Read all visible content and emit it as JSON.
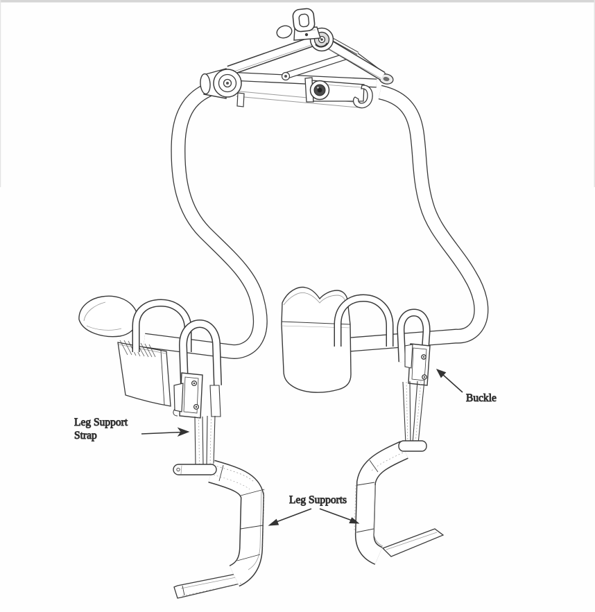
{
  "figure": {
    "background": "#fefefe",
    "line_color": "#3a3a3a",
    "label_color": "#1f1f1f",
    "arrow_color": "#333333",
    "top_edge_color": "#d6d6d6",
    "labels": {
      "leg_support_strap": {
        "line1": "Leg Support",
        "line2": "Strap"
      },
      "leg_supports": "Leg Supports",
      "buckle": "Buckle"
    }
  }
}
